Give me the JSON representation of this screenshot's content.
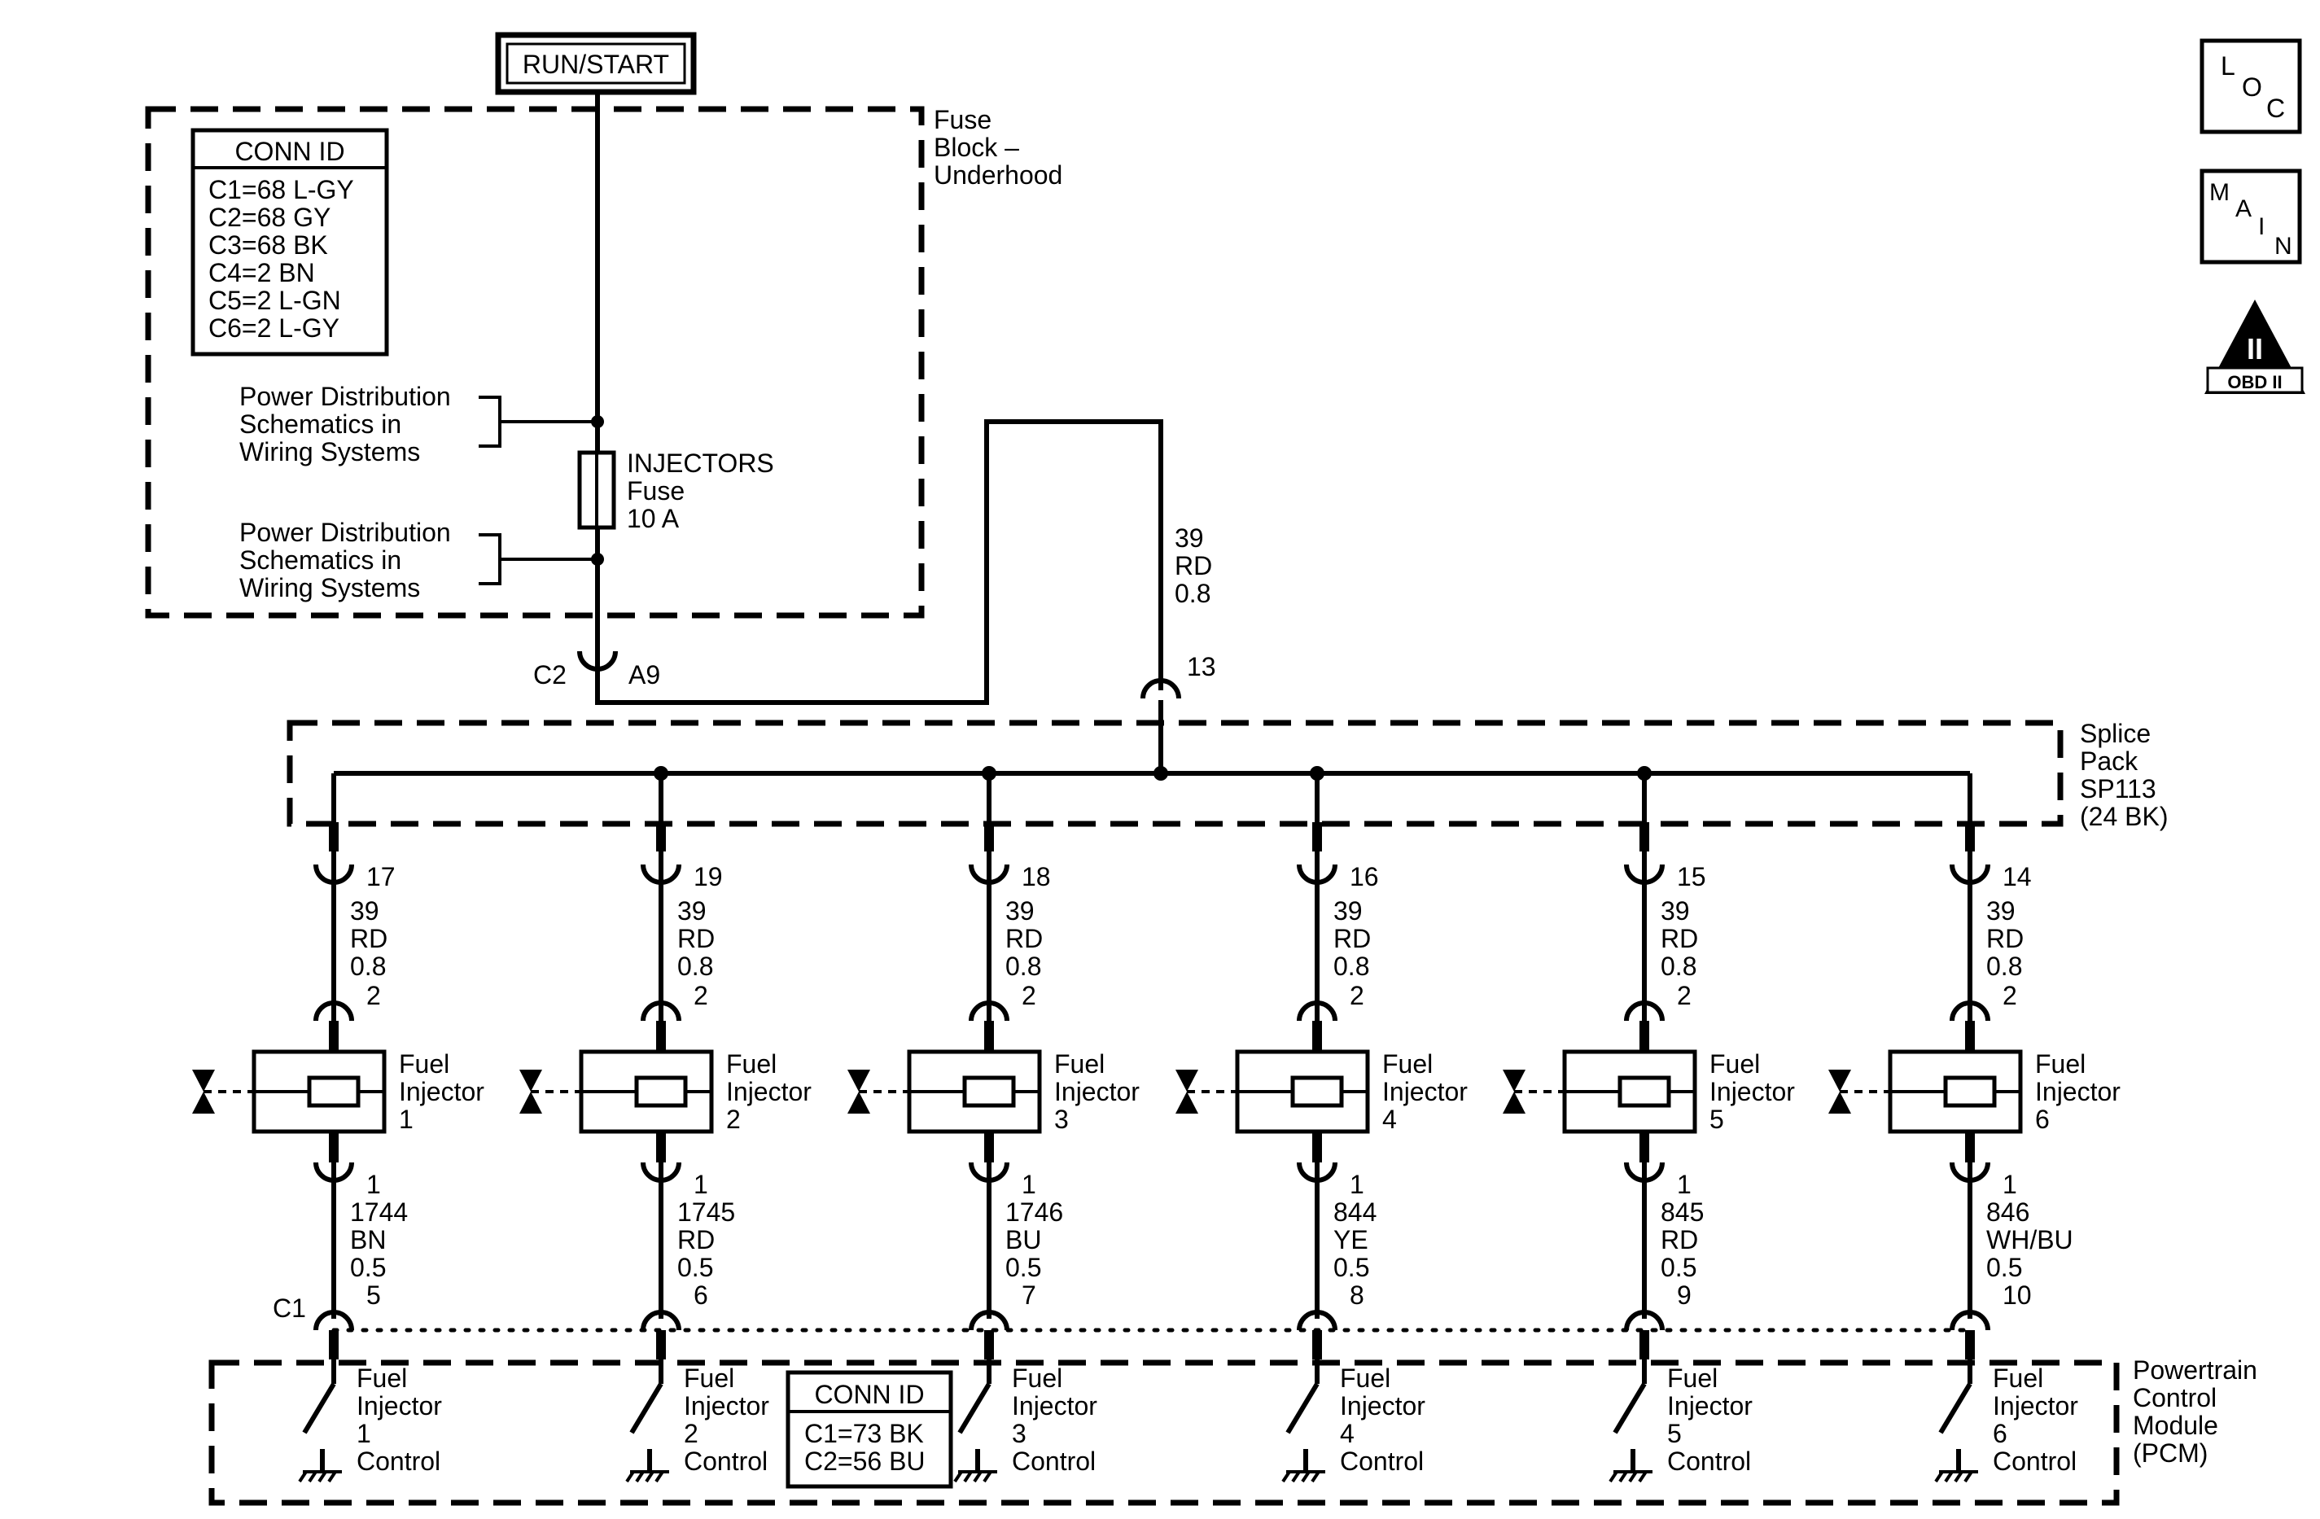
{
  "power_source": "RUN/START",
  "fuse_block": {
    "name_lines": [
      "Fuse",
      "Block –",
      "Underhood"
    ],
    "conn_id": {
      "title": "CONN ID",
      "items": [
        "C1=68 L-GY",
        "C2=68 GY",
        "C3=68 BK",
        "C4=2 BN",
        "C5=2 L-GN",
        "C6=2 L-GY"
      ]
    },
    "power_dist_ref": [
      "Power Distribution",
      "Schematics in",
      "Wiring Systems"
    ],
    "fuse": [
      "INJECTORS",
      "Fuse",
      "10 A"
    ],
    "connector": "C2",
    "pin": "A9"
  },
  "feed_wire": {
    "circuit": "39",
    "color": "RD",
    "size": "0.8",
    "pin": "13"
  },
  "splice_pack": [
    "Splice",
    "Pack",
    "SP113",
    "(24 BK)"
  ],
  "injectors": [
    {
      "splice_pin": "17",
      "circuit": "39",
      "color": "RD",
      "size": "0.8",
      "pin_top": "2",
      "name": [
        "Fuel",
        "Injector",
        "1"
      ],
      "pin_bottom": "1",
      "out_circuit": "1744",
      "out_color": "BN",
      "out_size": "0.5",
      "pcm_pin": "5",
      "control": [
        "Fuel",
        "Injector",
        "1",
        "Control"
      ]
    },
    {
      "splice_pin": "19",
      "circuit": "39",
      "color": "RD",
      "size": "0.8",
      "pin_top": "2",
      "name": [
        "Fuel",
        "Injector",
        "2"
      ],
      "pin_bottom": "1",
      "out_circuit": "1745",
      "out_color": "RD",
      "out_size": "0.5",
      "pcm_pin": "6",
      "control": [
        "Fuel",
        "Injector",
        "2",
        "Control"
      ]
    },
    {
      "splice_pin": "18",
      "circuit": "39",
      "color": "RD",
      "size": "0.8",
      "pin_top": "2",
      "name": [
        "Fuel",
        "Injector",
        "3"
      ],
      "pin_bottom": "1",
      "out_circuit": "1746",
      "out_color": "BU",
      "out_size": "0.5",
      "pcm_pin": "7",
      "control": [
        "Fuel",
        "Injector",
        "3",
        "Control"
      ]
    },
    {
      "splice_pin": "16",
      "circuit": "39",
      "color": "RD",
      "size": "0.8",
      "pin_top": "2",
      "name": [
        "Fuel",
        "Injector",
        "4"
      ],
      "pin_bottom": "1",
      "out_circuit": "844",
      "out_color": "YE",
      "out_size": "0.5",
      "pcm_pin": "8",
      "control": [
        "Fuel",
        "Injector",
        "4",
        "Control"
      ]
    },
    {
      "splice_pin": "15",
      "circuit": "39",
      "color": "RD",
      "size": "0.8",
      "pin_top": "2",
      "name": [
        "Fuel",
        "Injector",
        "5"
      ],
      "pin_bottom": "1",
      "out_circuit": "845",
      "out_color": "RD",
      "out_size": "0.5",
      "pcm_pin": "9",
      "control": [
        "Fuel",
        "Injector",
        "5",
        "Control"
      ]
    },
    {
      "splice_pin": "14",
      "circuit": "39",
      "color": "RD",
      "size": "0.8",
      "pin_top": "2",
      "name": [
        "Fuel",
        "Injector",
        "6"
      ],
      "pin_bottom": "1",
      "out_circuit": "846",
      "out_color": "WH/BU",
      "out_size": "0.5",
      "pcm_pin": "10",
      "control": [
        "Fuel",
        "Injector",
        "6",
        "Control"
      ]
    }
  ],
  "pcm": {
    "connector": "C1",
    "name_lines": [
      "Powertrain",
      "Control",
      "Module",
      "(PCM)"
    ],
    "conn_id": {
      "title": "CONN ID",
      "items": [
        "C1=73 BK",
        "C2=56 BU"
      ]
    }
  },
  "nav_icons": {
    "loc": [
      "L",
      "O",
      "C"
    ],
    "main": [
      "M",
      "A",
      "I",
      "N"
    ],
    "obd": {
      "numeral": "II",
      "label": "OBD II"
    }
  }
}
